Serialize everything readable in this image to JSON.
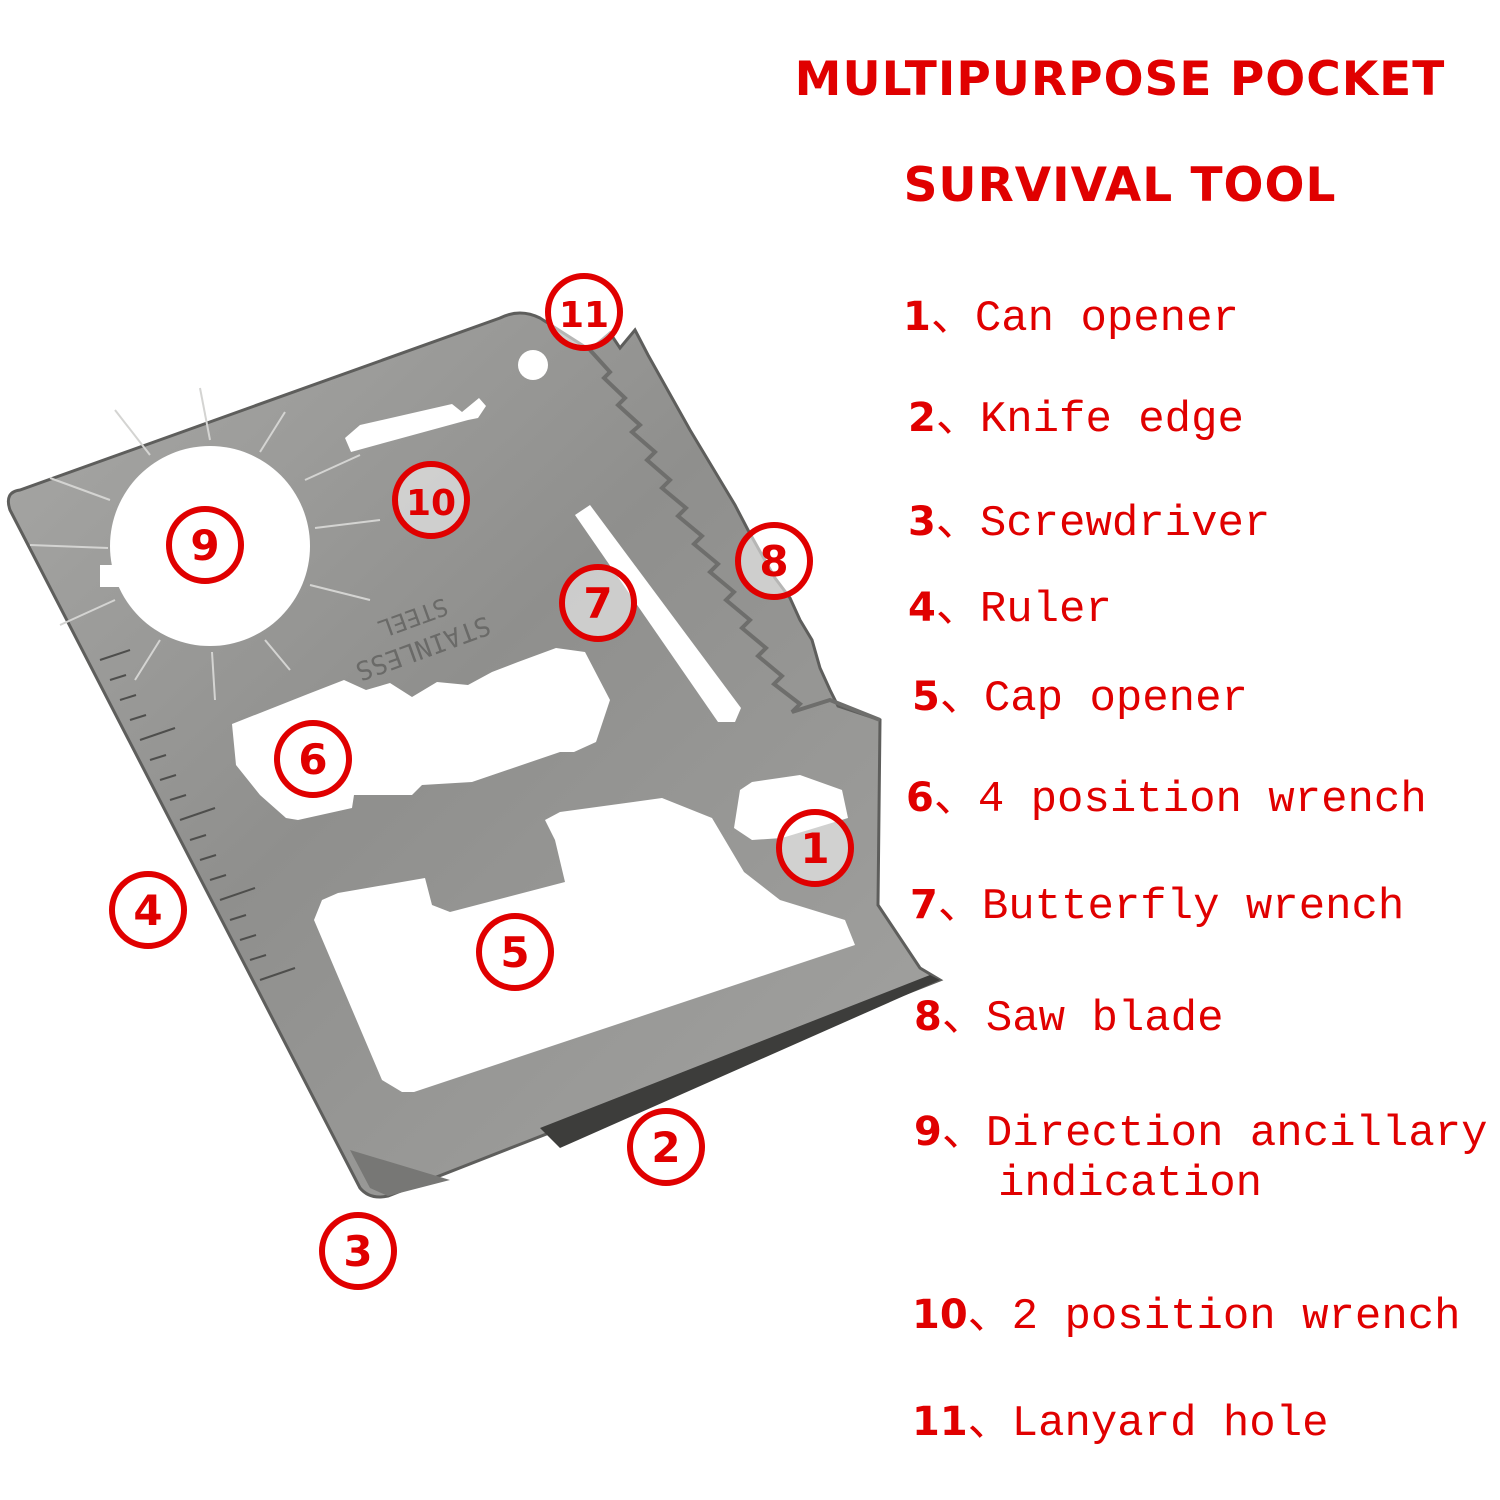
{
  "title": {
    "line1": "MULTIPURPOSE POCKET",
    "line2": "SURVIVAL TOOL"
  },
  "colors": {
    "accent": "#e00000",
    "steel": "#9a9a98",
    "steel_dark": "#6e6e6c",
    "background": "#ffffff"
  },
  "card": {
    "stamp_line1": "STAINLESS",
    "stamp_line2": "STEEL"
  },
  "features": [
    {
      "num": "1",
      "sep": "、",
      "label": "Can opener"
    },
    {
      "num": "2",
      "sep": "、",
      "label": "Knife edge"
    },
    {
      "num": "3",
      "sep": "、",
      "label": "Screwdriver"
    },
    {
      "num": "4",
      "sep": "、",
      "label": "Ruler"
    },
    {
      "num": "5",
      "sep": "、",
      "label": "Cap opener"
    },
    {
      "num": "6",
      "sep": "、",
      "label": "4 position wrench"
    },
    {
      "num": "7",
      "sep": "、",
      "label": "Butterfly wrench"
    },
    {
      "num": "8",
      "sep": "、",
      "label": "Saw blade"
    },
    {
      "num": "9",
      "sep": "、",
      "label": "Direction ancillary",
      "label_cont": "indication"
    },
    {
      "num": "10",
      "sep": "、",
      "label": "2 position wrench"
    },
    {
      "num": "11",
      "sep": "、",
      "label": "Lanyard hole"
    }
  ],
  "callouts": [
    "1",
    "2",
    "3",
    "4",
    "5",
    "6",
    "7",
    "8",
    "9",
    "10",
    "11"
  ]
}
